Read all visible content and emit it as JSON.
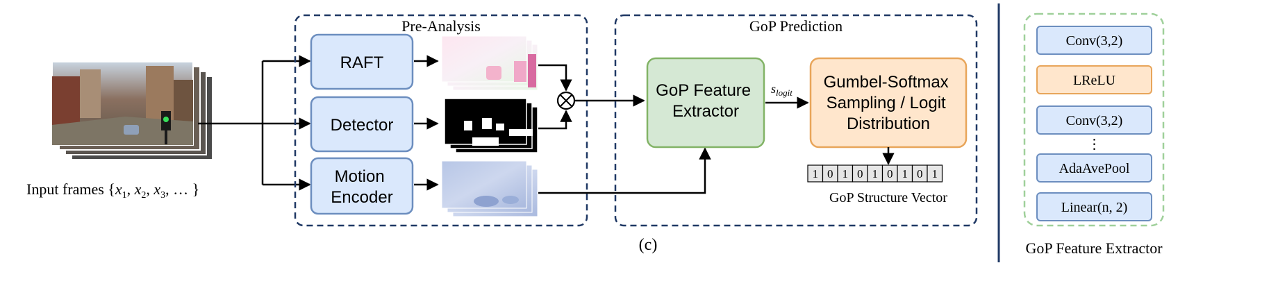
{
  "input": {
    "label_prefix": "Input frames {",
    "label_vars": [
      "x",
      "1",
      "x",
      "2",
      "x",
      "3"
    ],
    "label_suffix": ", … }"
  },
  "pre_analysis": {
    "title": "Pre-Analysis",
    "raft_label": "RAFT",
    "detector_label": "Detector",
    "motion_encoder_label": [
      "Motion",
      "Encoder"
    ]
  },
  "gop_prediction": {
    "title": "GoP Prediction",
    "feature_extractor_label": [
      "GoP Feature",
      "Extractor"
    ],
    "sampling_label": [
      "Gumbel-Softmax",
      "Sampling / Logit",
      "Distribution"
    ],
    "logit_symbol": "s",
    "logit_subscript": "logit",
    "structure_vector": [
      "1",
      "0",
      "1",
      "0",
      "1",
      "0",
      "1",
      "0",
      "1"
    ],
    "structure_vector_label": "GoP Structure Vector"
  },
  "panel_label": "(c)",
  "extractor_detail": {
    "layers": [
      "Conv(3,2)",
      "LReLU",
      "Conv(3,2)",
      "⋮",
      "AdaAvePool",
      "Linear(n, 2)"
    ],
    "caption": "GoP Feature Extractor"
  },
  "colors": {
    "blue_fill": "#dae8fc",
    "blue_stroke": "#6c8ebf",
    "green_fill": "#d5e8d4",
    "green_stroke": "#82b366",
    "orange_fill": "#ffe6cc",
    "orange_stroke": "#e8a55a",
    "frame_border": "#1f3864"
  }
}
